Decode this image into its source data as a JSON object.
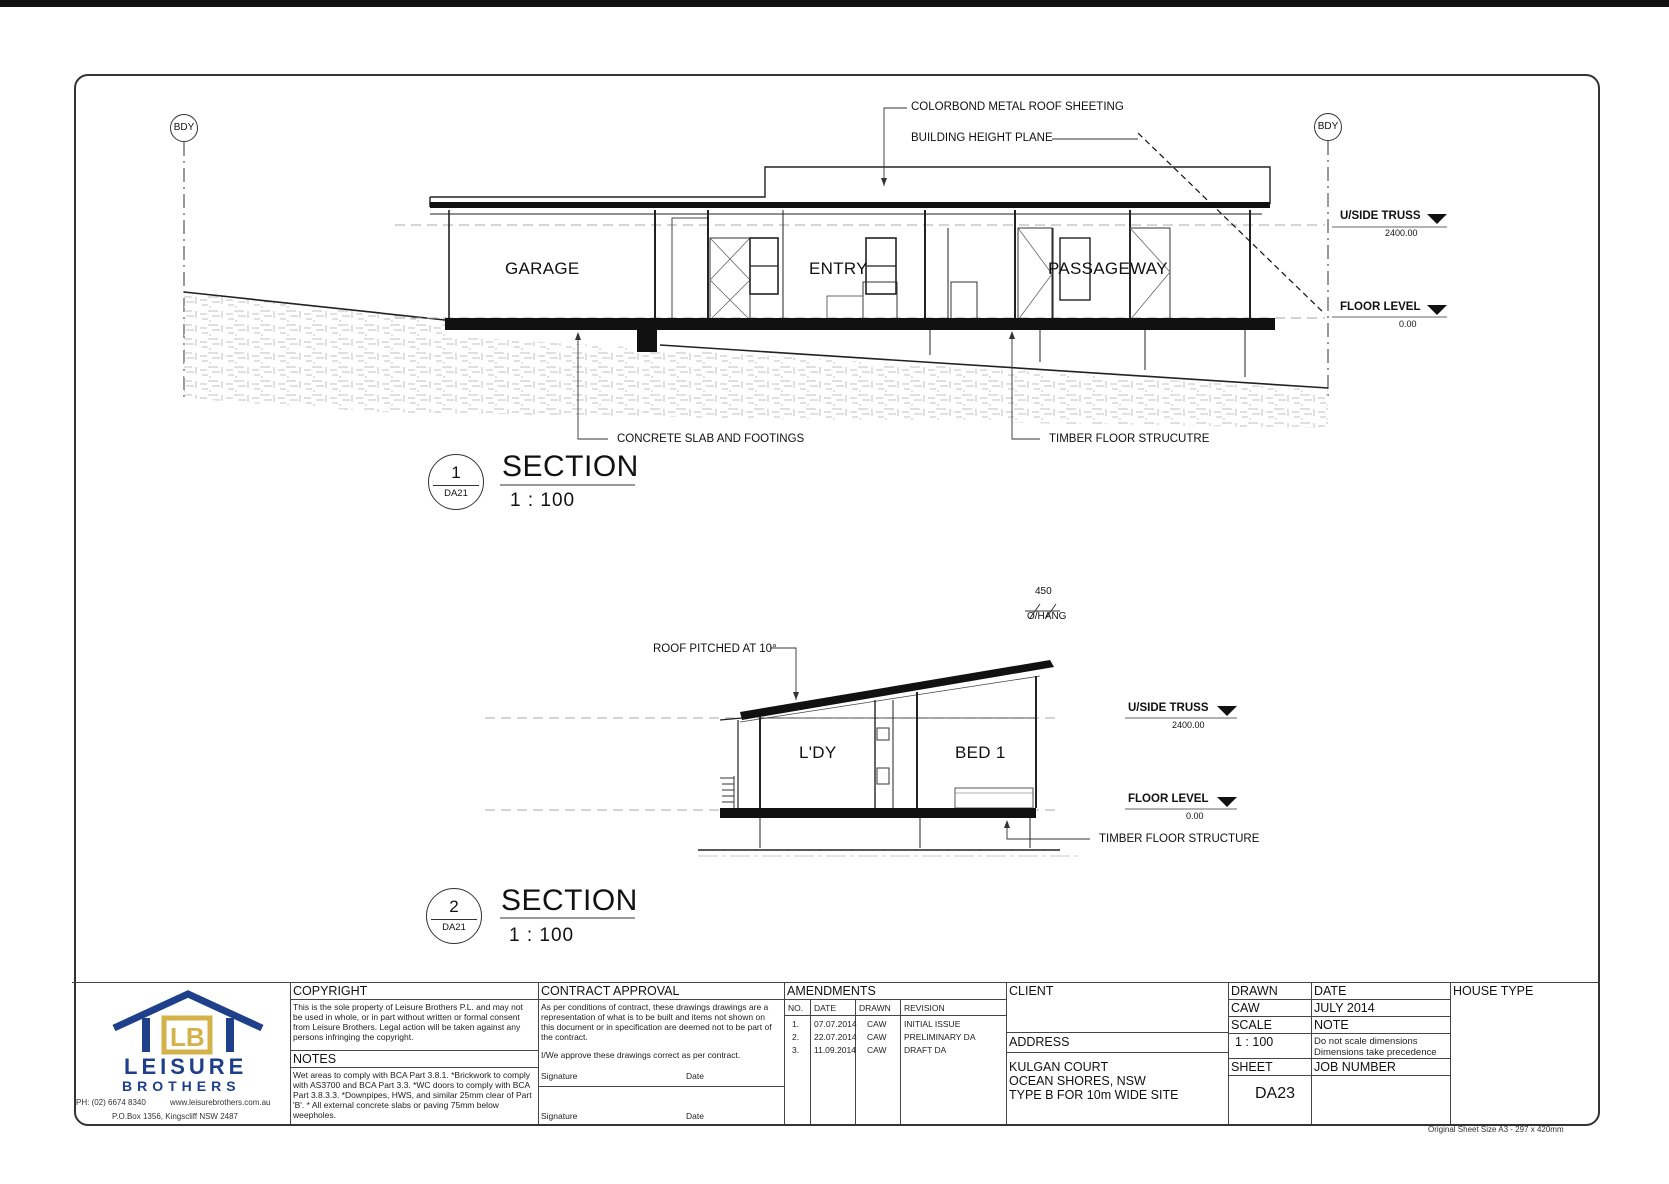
{
  "section1": {
    "number": "1",
    "ref": "DA21",
    "title": "SECTION",
    "scale": "1 : 100",
    "boundary_left": "BDY",
    "boundary_right": "BDY",
    "rooms": [
      "GARAGE",
      "ENTRY",
      "PASSAGEWAY"
    ],
    "notes": {
      "roof": "COLORBOND METAL ROOF SHEETING",
      "height_plane": "BUILDING HEIGHT PLANE",
      "slab": "CONCRETE SLAB AND FOOTINGS",
      "timber": "TIMBER FLOOR STRUCUTRE"
    },
    "levels": [
      {
        "label": "U/SIDE TRUSS",
        "value": "2400.00"
      },
      {
        "label": "FLOOR LEVEL",
        "value": "0.00"
      }
    ]
  },
  "section2": {
    "number": "2",
    "ref": "DA21",
    "title": "SECTION",
    "scale": "1 : 100",
    "rooms": [
      "L'DY",
      "BED 1"
    ],
    "notes": {
      "roof": "ROOF PITCHED AT 10°",
      "overhang_value": "450",
      "overhang_label": "O/HANG",
      "timber": "TIMBER FLOOR STRUCTURE"
    },
    "levels": [
      {
        "label": "U/SIDE TRUSS",
        "value": "2400.00"
      },
      {
        "label": "FLOOR LEVEL",
        "value": "0.00"
      }
    ]
  },
  "title_block": {
    "logo": {
      "line1": "LEISURE",
      "line2": "BROTHERS",
      "mark": "LB"
    },
    "contact": {
      "phone": "PH: (02) 6674 8340",
      "web": "www.leisurebrothers.com.au",
      "po": "P.O.Box 1356, Kingscliff NSW 2487"
    },
    "copyright_heading": "COPYRIGHT",
    "copyright_text": "This is the sole property of Leisure Brothers P.L. and may not be used in whole, or in part without written or formal consent from Leisure Brothers. Legal action will be taken against any persons infringing the copyright.",
    "notes_heading": "NOTES",
    "notes_text": "Wet areas to comply with BCA Part 3.8.1. *Brickwork to comply with AS3700 and BCA Part 3.3. *WC doors to comply with BCA Part 3.8.3.3. *Downpipes, HWS, and similar 25mm clear of Part 'B'. * All external concrete slabs or paving 75mm below weepholes.",
    "contract_heading": "CONTRACT APPROVAL",
    "contract_text": "As per conditions of contract, these drawings drawings are a representation of what is to be built and items not shown on this document or in specification are deemed not to be part of the contract.",
    "approve_text": "I/We approve these drawings correct as per contract.",
    "signature_label": "Signature",
    "date_label": "Date",
    "amendments_heading": "AMENDMENTS",
    "amend_cols": [
      "NO.",
      "DATE",
      "DRAWN",
      "REVISION"
    ],
    "amendments": [
      [
        "1.",
        "07.07.2014",
        "CAW",
        "INITIAL ISSUE"
      ],
      [
        "2.",
        "22.07.2014",
        "CAW",
        "PRELIMINARY DA"
      ],
      [
        "3.",
        "11.09.2014",
        "CAW",
        "DRAFT DA"
      ]
    ],
    "client_heading": "CLIENT",
    "address_heading": "ADDRESS",
    "address_lines": [
      "KULGAN COURT",
      "OCEAN SHORES, NSW",
      "TYPE B FOR 10m WIDE SITE"
    ],
    "drawn_heading": "DRAWN",
    "drawn_value": "CAW",
    "date_heading": "DATE",
    "date_value": "JULY 2014",
    "scale_heading": "SCALE",
    "scale_value": "1 : 100",
    "note_heading": "NOTE",
    "note_lines": [
      "Do not scale dimensions",
      "Dimensions take precedence"
    ],
    "sheet_heading": "SHEET",
    "sheet_value": "DA23",
    "job_heading": "JOB NUMBER",
    "house_type_heading": "HOUSE TYPE",
    "original_size": "Original Sheet Size A3 - 297 x 420mm"
  }
}
